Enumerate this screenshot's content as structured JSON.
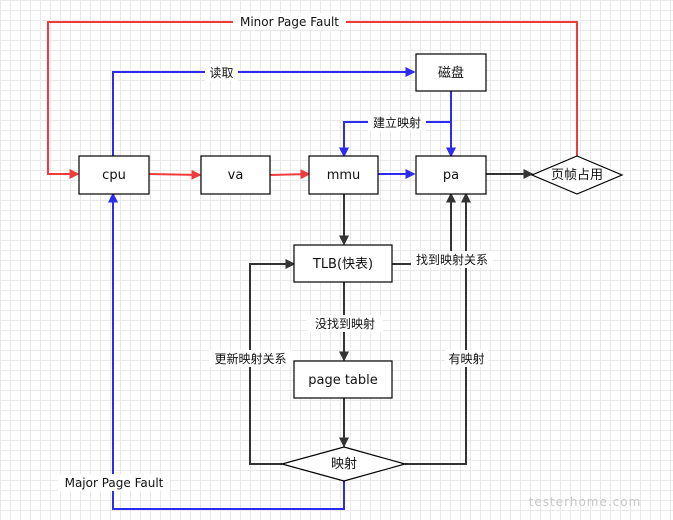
{
  "colors": {
    "red": "#ef3b3b",
    "blue": "#2d2bef",
    "black": "#333333"
  },
  "nodes": {
    "cpu": "cpu",
    "va": "va",
    "mmu": "mmu",
    "pa": "pa",
    "disk": "磁盘",
    "tlb": "TLB(快表)",
    "page_table": "page table",
    "frame_occupied": "页帧占用",
    "mapping": "映射"
  },
  "labels": {
    "minor_page_fault": "Minor Page Fault",
    "read": "读取",
    "build_mapping": "建立映射",
    "found_mapping": "找到映射关系",
    "not_found_mapping": "没找到映射",
    "update_mapping": "更新映射关系",
    "has_mapping": "有映射",
    "major_page_fault": "Major Page Fault"
  },
  "watermark": "testerhome.com"
}
